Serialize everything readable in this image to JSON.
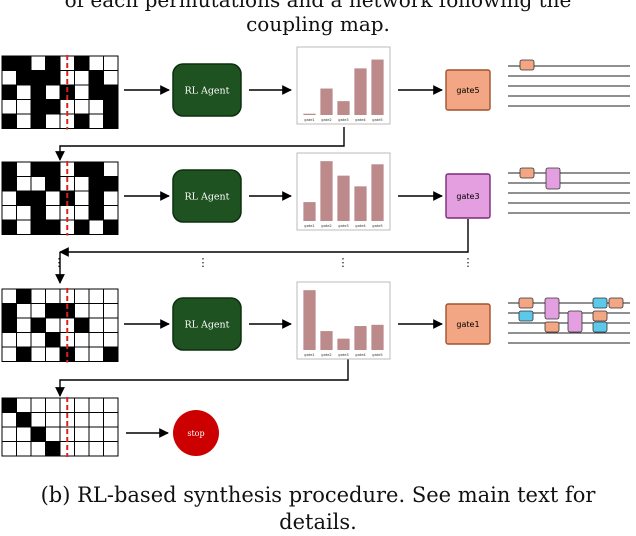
{
  "header": {
    "line1": "of each permutations and a network following the",
    "line2": "coupling map."
  },
  "caption": {
    "line1": "(b) RL-based synthesis procedure. See main text for",
    "line2": "details."
  },
  "agent_label": "RL Agent",
  "stop_label": "stop",
  "rows": [
    {
      "gate_label": "gate5",
      "gate_kind": "salmon",
      "bars": [
        0.02,
        0.42,
        0.22,
        0.74,
        0.88
      ]
    },
    {
      "gate_label": "gate3",
      "gate_kind": "pink",
      "bars": [
        0.3,
        0.95,
        0.72,
        0.55,
        0.9
      ]
    },
    {
      "gate_label": "gate1",
      "gate_kind": "salmon",
      "bars": [
        0.95,
        0.3,
        0.18,
        0.38,
        0.4
      ]
    }
  ],
  "chart_tick_labels": [
    "gate1",
    "gate2",
    "gate3",
    "gate4",
    "gate5"
  ],
  "ellipsis": "⋮",
  "colors": {
    "agent": "#1e5220",
    "agent_border": "#0d2f0f",
    "bar": "#bc8a8a",
    "salmon": "#f2a684",
    "pink": "#e49fe0",
    "cyan": "#5cc8ea",
    "stop": "#cc0000",
    "dashed": "#e0201f"
  }
}
